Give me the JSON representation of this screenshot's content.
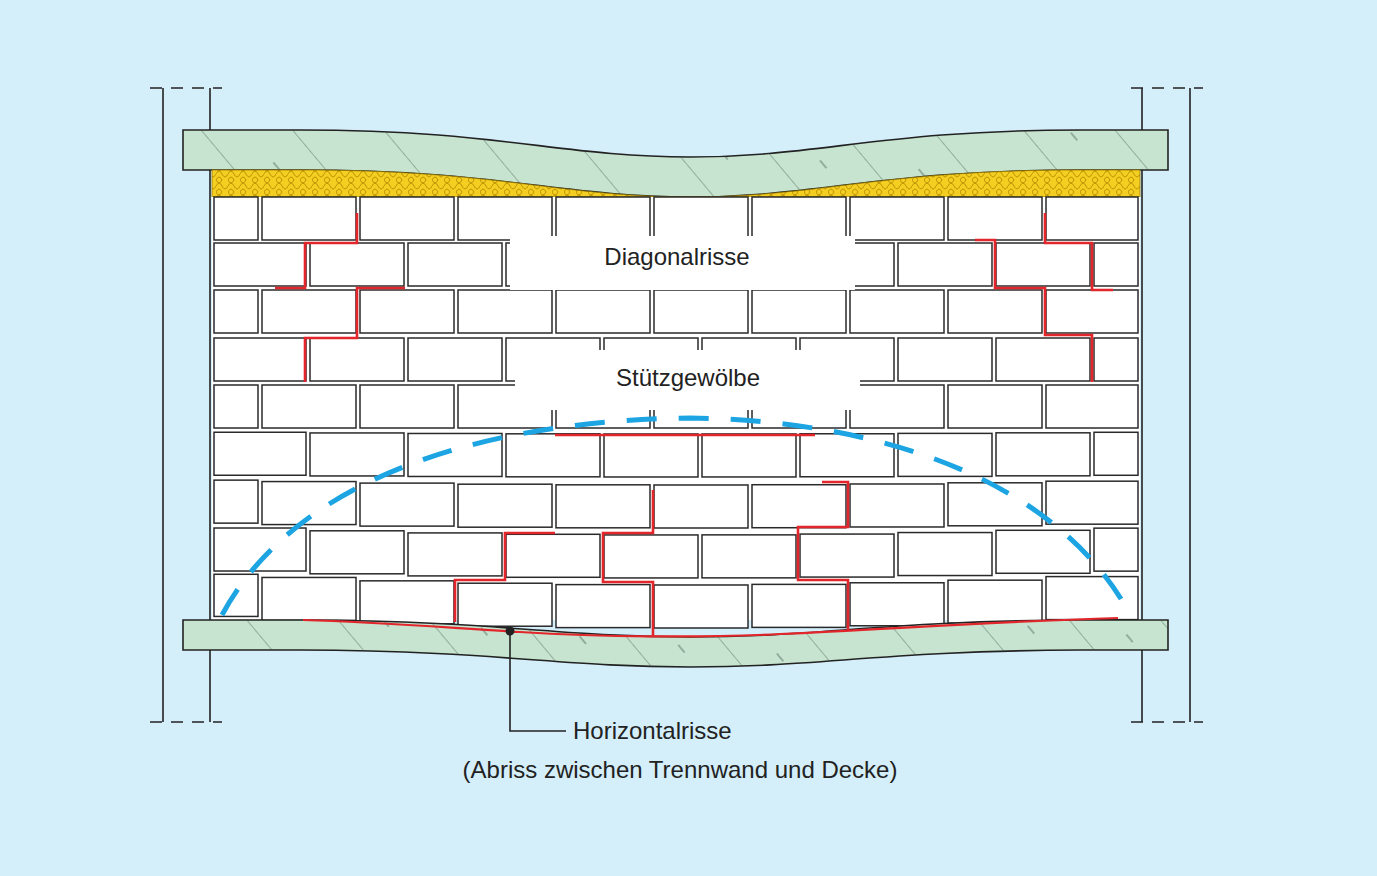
{
  "diagram": {
    "labels": [
      "Diagonalrisse",
      "Stützgewölbe",
      "Horizontalrisse",
      "(Abriss zwischen Trennwand und Decke)"
    ]
  }
}
